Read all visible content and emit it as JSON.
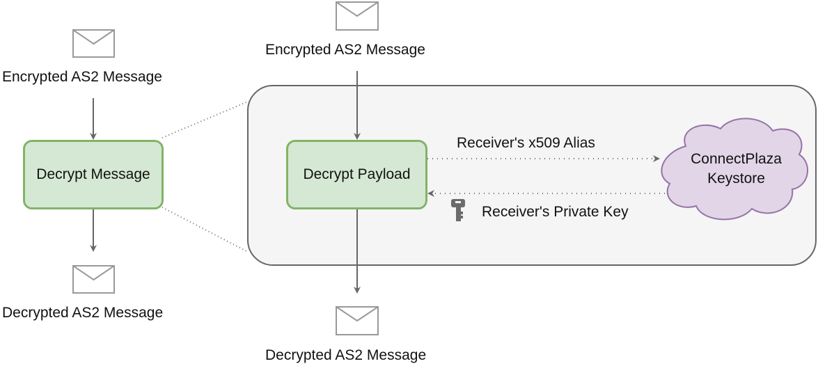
{
  "left_flow": {
    "input_label": "Encrypted AS2 Message",
    "process_label": "Decrypt Message",
    "output_label": "Decrypted AS2 Message"
  },
  "detail_flow": {
    "input_label": "Encrypted AS2 Message",
    "process_label": "Decrypt Payload",
    "output_label": "Decrypted AS2 Message",
    "request_label": "Receiver's x509 Alias",
    "response_label": "Receiver's Private Key",
    "keystore_label_line1": "ConnectPlaza",
    "keystore_label_line2": "Keystore"
  },
  "colors": {
    "process_fill": "#d5e8d4",
    "process_stroke": "#82b366",
    "cloud_fill": "#e1d5e7",
    "cloud_stroke": "#9673a6",
    "container_fill": "#f5f5f5",
    "container_stroke": "#666666",
    "arrow": "#666666",
    "envelope": "#999999"
  }
}
